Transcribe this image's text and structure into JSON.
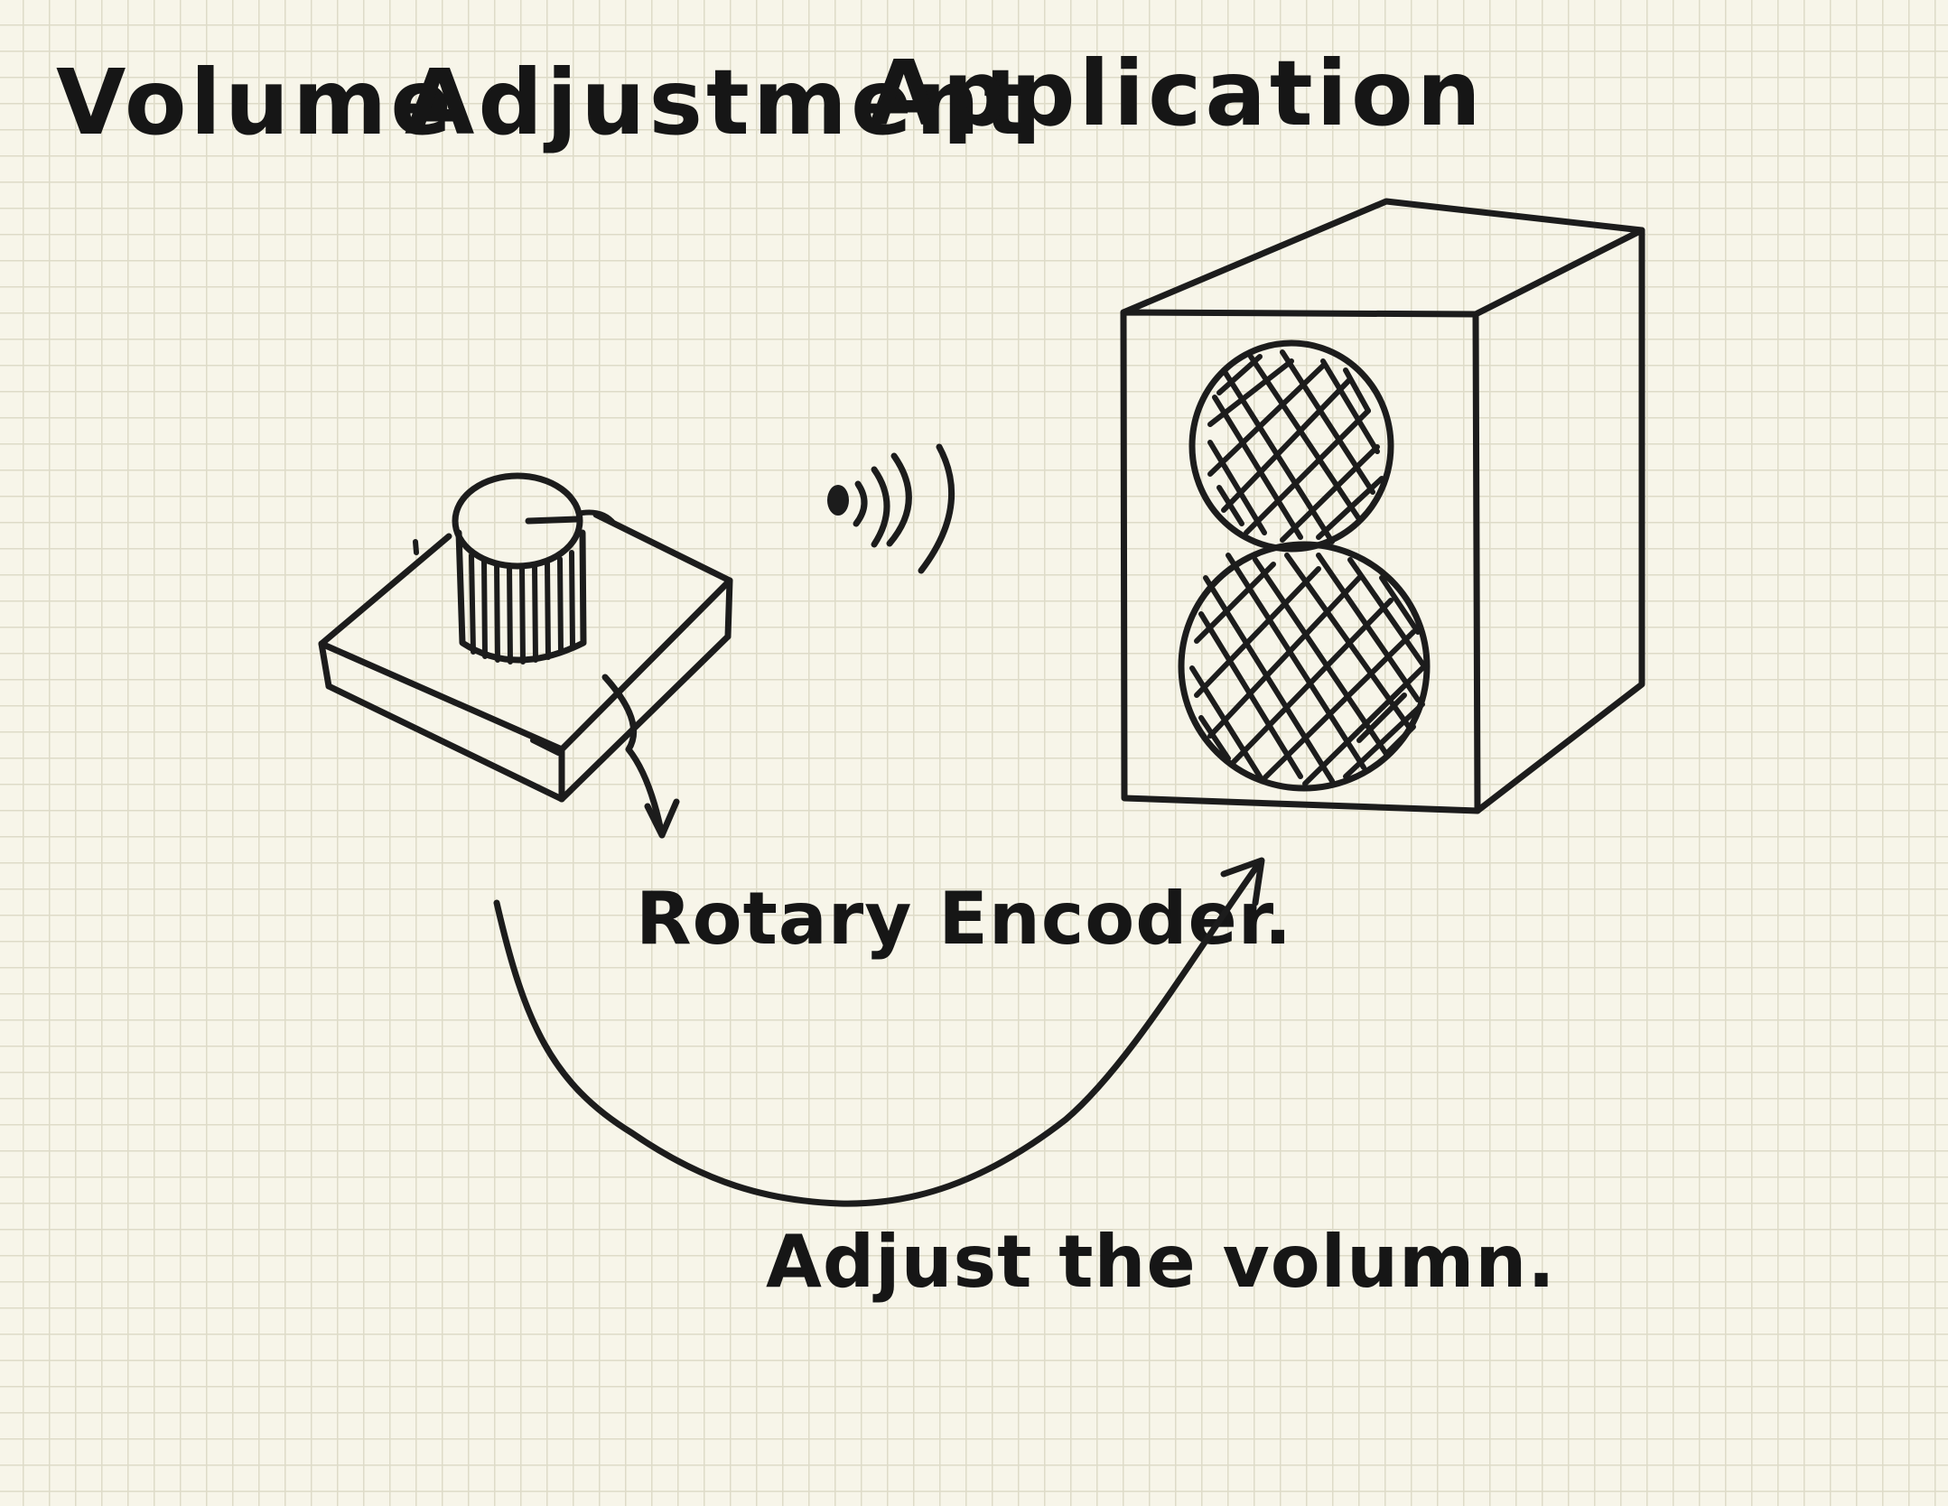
{
  "title": {
    "word1": "Volume",
    "word2": "Adjustment",
    "word3": "Application"
  },
  "labels": {
    "encoder": "Rotary Encoder.",
    "action": "Adjust the volumn."
  },
  "icons": {
    "encoder": "rotary-encoder-icon",
    "speaker": "speaker-cabinet-icon",
    "sound_waves": "sound-waves-icon"
  },
  "colors": {
    "paper": "#f7f5e9",
    "grid": "#dedbc8",
    "ink": "#1c1c1c"
  }
}
